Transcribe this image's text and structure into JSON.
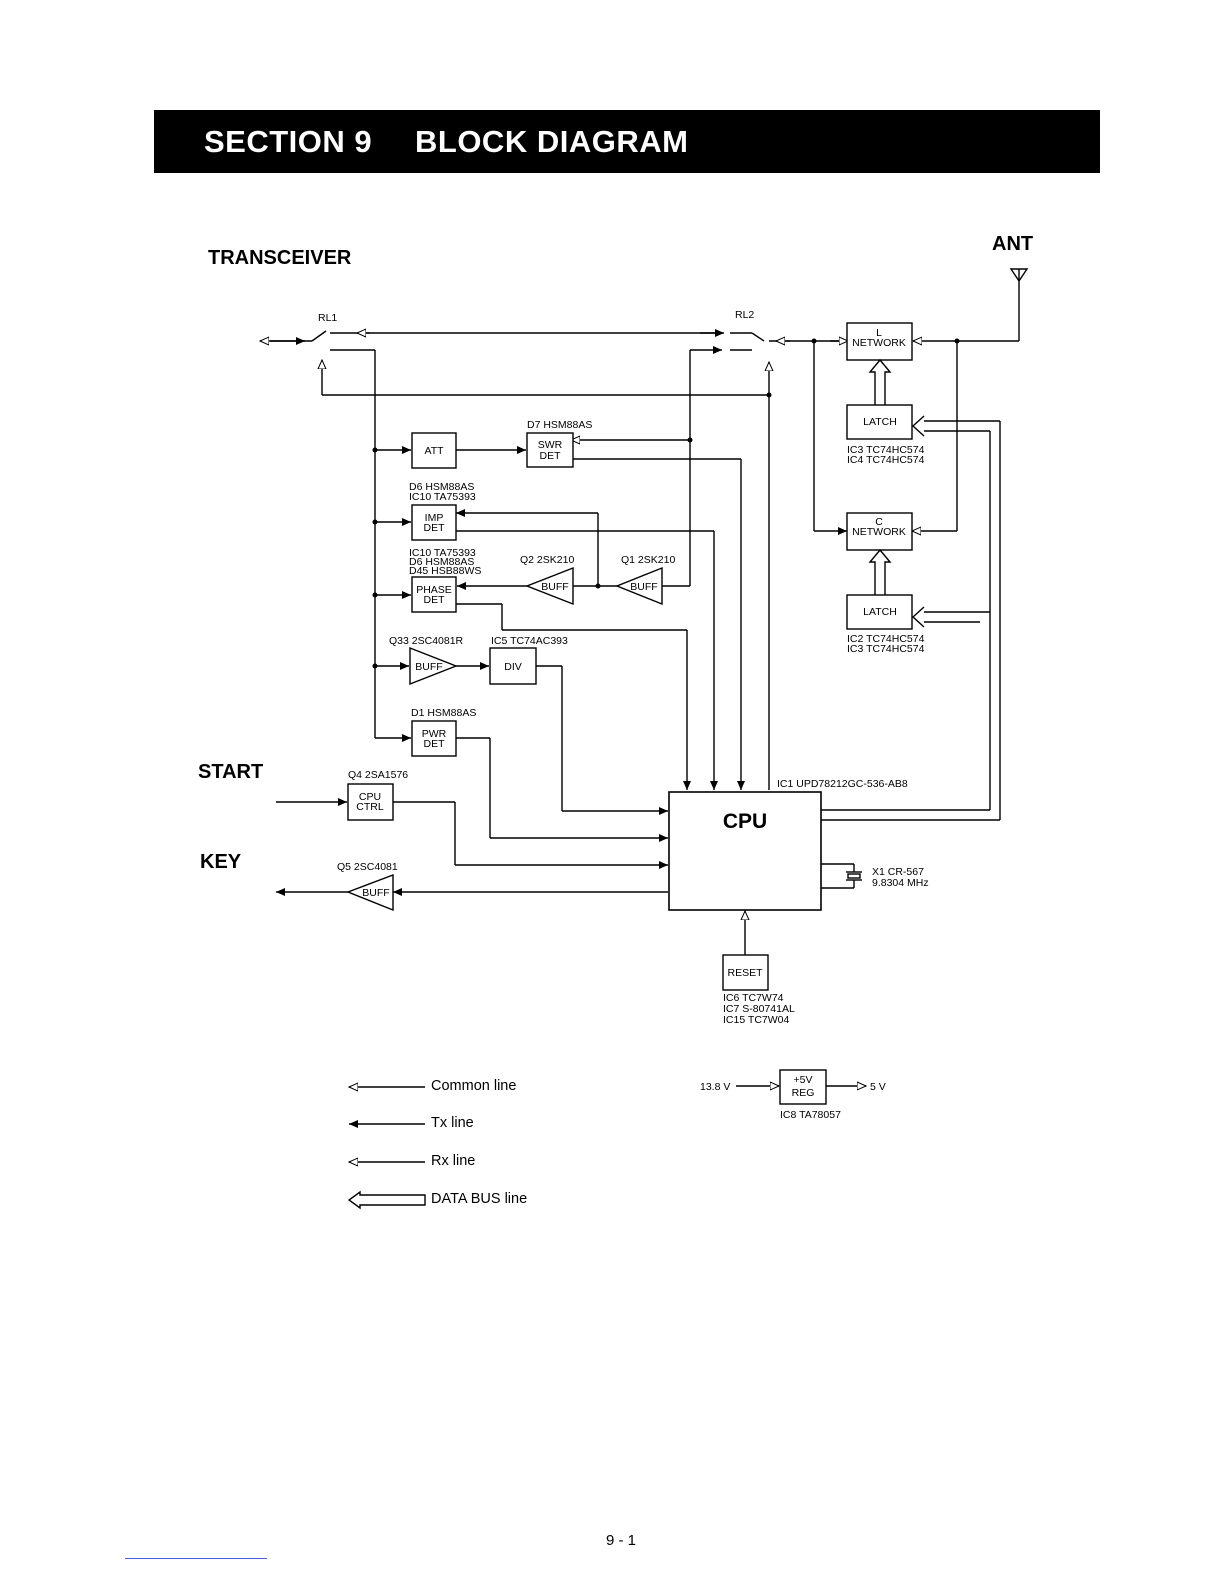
{
  "header": {
    "section": "SECTION 9",
    "title": "BLOCK DIAGRAM"
  },
  "labels": {
    "transceiver": "TRANSCEIVER",
    "ant": "ANT",
    "start": "START",
    "key": "KEY",
    "rl1": "RL1",
    "rl2": "RL2",
    "d7": "D7 HSM88AS",
    "d6_1": "D6  HSM88AS",
    "ic10_1": "IC10 TA75393",
    "ic10_2": "IC10 TA75393",
    "d6_2": "D6   HSM88AS",
    "d45": "D45  HSB88WS",
    "q2": "Q2 2SK210",
    "q1": "Q1 2SK210",
    "q33": "Q33 2SC4081R",
    "ic5": "IC5 TC74AC393",
    "d1": "D1 HSM88AS",
    "q4": "Q4 2SA1576",
    "q5": "Q5 2SC4081",
    "ic1": "IC1 UPD78212GC-536-AB8",
    "latch1_ic_a": "IC3 TC74HC574",
    "latch1_ic_b": "IC4 TC74HC574",
    "latch2_ic_a": "IC2 TC74HC574",
    "latch2_ic_b": "IC3 TC74HC574",
    "x1_a": "X1 CR-567",
    "x1_b": "9.8304 MHz",
    "reset_ic_a": "IC6  TC7W74",
    "reset_ic_b": "IC7  S-80741AL",
    "reset_ic_c": "IC15 TC7W04",
    "reg_in": "13.8 V",
    "reg_out": "5 V",
    "reg_ic": "IC8  TA78057"
  },
  "blocks": {
    "att": "ATT",
    "swr_a": "SWR",
    "swr_b": "DET",
    "imp_a": "IMP",
    "imp_b": "DET",
    "phase_a": "PHASE",
    "phase_b": "DET",
    "buff": "BUFF",
    "div": "DIV",
    "pwr_a": "PWR",
    "pwr_b": "DET",
    "cpuctrl_a": "CPU",
    "cpuctrl_b": "CTRL",
    "cpu": "CPU",
    "reset": "RESET",
    "l_net_a": "L",
    "l_net_b": "NETWORK",
    "c_net_a": "C",
    "c_net_b": "NETWORK",
    "latch": "LATCH",
    "reg_a": "+5V",
    "reg_b": "REG"
  },
  "legend": {
    "common": "Common line",
    "tx": "Tx line",
    "rx": "Rx line",
    "databus": "DATA BUS line"
  },
  "footer": {
    "page": "9 - 1"
  }
}
